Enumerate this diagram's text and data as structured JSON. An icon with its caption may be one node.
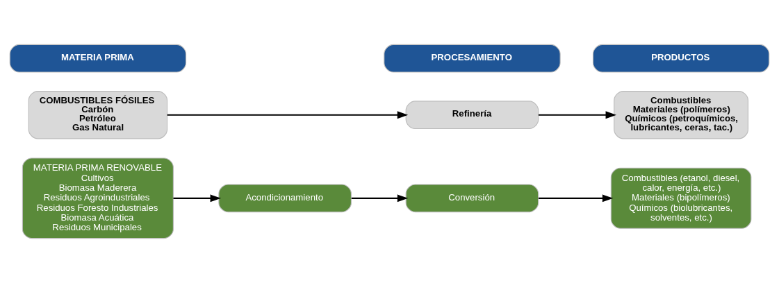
{
  "diagram": {
    "nodes": [
      {
        "text": [
          "MATERIA PRIMA"
        ]
      },
      {
        "text": [
          "PROCESAMIENTO"
        ]
      },
      {
        "text": [
          "PRODUCTOS"
        ]
      },
      {
        "text": [
          "COMBUSTIBLES FÓSILES",
          "Carbón",
          "Petróleo",
          "Gas Natural"
        ]
      },
      {
        "text": [
          "Refinería"
        ]
      },
      {
        "text": [
          "Combustibles",
          "Materiales (polímeros)",
          "Químicos (petroquímicos, lubricantes, ceras, tac.)"
        ]
      },
      {
        "text": [
          "MATERIA PRIMA RENOVABLE",
          "Cultivos",
          "Biomasa Maderera",
          "Residuos Agroindustriales",
          "Residuos Foresto Industriales",
          "Biomasa Acuática",
          "Residuos Municipales"
        ]
      },
      {
        "text": [
          "Acondicionamiento"
        ]
      },
      {
        "text": [
          "Conversión"
        ]
      },
      {
        "text": [
          "Combustibles (etanol, diesel, calor, energía, etc.)",
          "Materiales (bipolímeros)",
          "Químicos (biolubricantes, solventes, etc.)"
        ]
      }
    ],
    "edges": [
      {
        "from": 3,
        "to": 4,
        "arrow": "to"
      },
      {
        "from": 4,
        "to": 5,
        "arrow": "to"
      },
      {
        "from": 6,
        "to": 7,
        "arrow": "to"
      },
      {
        "from": 7,
        "to": 8,
        "arrow": "to"
      },
      {
        "from": 8,
        "to": 9,
        "arrow": "to"
      }
    ]
  }
}
